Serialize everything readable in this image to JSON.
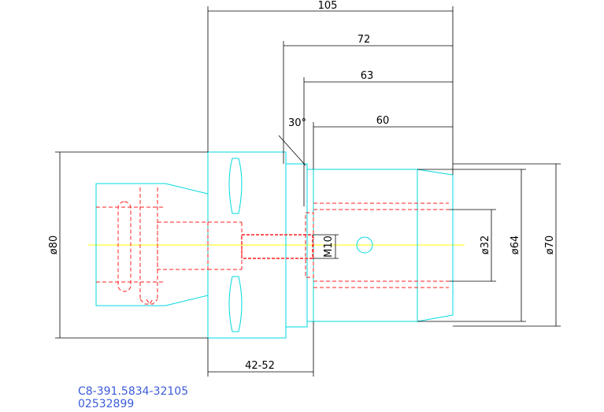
{
  "dimensions": {
    "overall_length": "105",
    "length_72": "72",
    "length_63": "63",
    "length_60": "60",
    "chamfer_angle": "30°",
    "flange_range": "42-52",
    "diameter_80": "ø80",
    "diameter_32": "ø32",
    "diameter_64": "ø64",
    "diameter_70": "ø70",
    "thread": "M10"
  },
  "part": {
    "code": "C8-391.5834-32105",
    "number": "02532899"
  }
}
